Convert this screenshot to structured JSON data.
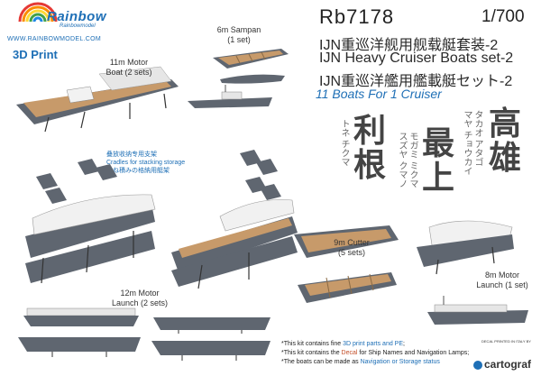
{
  "brand": {
    "name": "Rainbow",
    "subtitle": "Rainbowmodel",
    "website": "WWW.RAINBOWMODEL.COM",
    "print_badge": "3D Print"
  },
  "product": {
    "code": "Rb7178",
    "scale": "1/700",
    "title_cn": "IJN重巡洋舰用舰载艇套装-2",
    "title_en": "IJN Heavy Cruiser Boats set-2",
    "title_jp": "IJN重巡洋艦用艦載艇セット-2",
    "tagline": "11 Boats For 1 Cruiser"
  },
  "boats": {
    "sampan": {
      "label": "6m Sampan\n(1 set)"
    },
    "motor_boat_11m": {
      "label": "11m Motor\nBoat (2 sets)"
    },
    "cutter_9m": {
      "label": "9m Cutter\n(5 sets)"
    },
    "motor_launch_8m": {
      "label": "8m Motor\nLaunch (1 set)"
    },
    "motor_launch_12m": {
      "label": "12m Motor\nLaunch (2 sets)"
    }
  },
  "cradles": {
    "note_cn": "叠放收纳专用支架",
    "note_en": "Cradles for stacking storage",
    "note_jp": "重ね積みの格納用艇架"
  },
  "ships": [
    {
      "kanji": "高雄",
      "kana": "タカオ アタゴ"
    },
    {
      "kanji": "最上",
      "kana": "モガミ ミクマ"
    },
    {
      "kanji": "利根",
      "kana": "トネ チクマ"
    },
    {
      "kanji_extra": "マヤ チョウカイ",
      "kana2": "スズヤ クマノ"
    }
  ],
  "notes": {
    "line1_pre": "*This kit contains fine ",
    "line1_em": "3D print parts and PE",
    "line1_post": ";",
    "line2_pre": "*This kit contains the ",
    "line2_em": "Decal",
    "line2_post": " for Ship Names and Navigation Lamps;",
    "line3_pre": "*The boats can be made as ",
    "line3_em": "Navigation or Storage status"
  },
  "decal": {
    "tiny": "DECAL PRINTED IN ITALY BY",
    "logo": "cartograf"
  },
  "colors": {
    "accent": "#1e6fb6",
    "hull": "#5f6670",
    "deck": "#c79a6a",
    "canvas": "#e6e6e6"
  }
}
